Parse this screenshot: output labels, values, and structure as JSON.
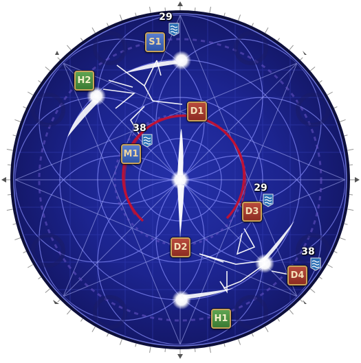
{
  "markers": {
    "S1": "S1",
    "M1": "M1",
    "H1": "H1",
    "H2": "H2",
    "D1": "D1",
    "D2": "D2",
    "D3": "D3",
    "D4": "D4"
  },
  "debuffs": {
    "s1": {
      "count": "29",
      "icon": "water-debuff-icon"
    },
    "m1": {
      "count": "38",
      "icon": "water-debuff-icon"
    },
    "d3": {
      "count": "29",
      "icon": "water-debuff-icon"
    },
    "d4": {
      "count": "38",
      "icon": "water-debuff-icon"
    }
  },
  "colors": {
    "arena_base": "#1a1f7a",
    "arena_line": "#8a90ff",
    "aoe_ring": "#c8102e",
    "orb": "#ffffff",
    "healer_marker": "#4a8f3f",
    "dps_marker": "#a83a2e",
    "tank_marker": "#3f68bf"
  }
}
